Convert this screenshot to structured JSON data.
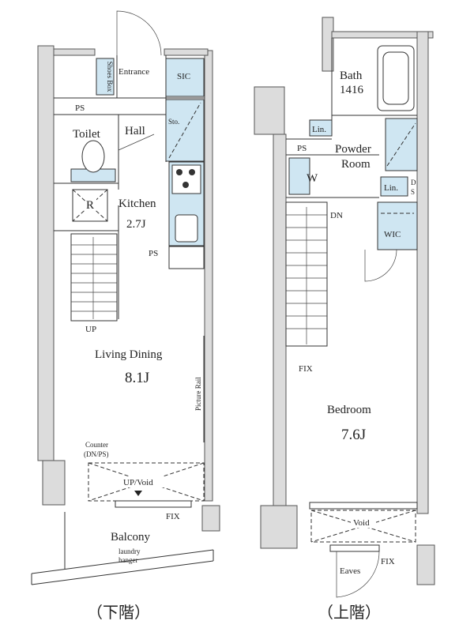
{
  "lower": {
    "shoes_box": "Shoes Box",
    "entrance": "Entrance",
    "sic": "SIC",
    "ps_top": "PS",
    "toilet": "Toilet",
    "hall": "Hall",
    "sto": "Sto.",
    "r": "R",
    "kitchen": "Kitchen",
    "kitchen_size": "2.7J",
    "ps_kitchen": "PS",
    "up": "UP",
    "living_dining": "Living Dining",
    "living_size": "8.1J",
    "picture_rail": "Picture Rail",
    "counter": "Counter",
    "counter_sub": "(DN/PS)",
    "up_void": "UP/Void",
    "fix": "FIX",
    "balcony": "Balcony",
    "laundry": "laundry",
    "hanger": "hanger",
    "caption": "（下階）"
  },
  "upper": {
    "bath": "Bath",
    "bath_size": "1416",
    "lin1": "Lin.",
    "ps": "PS",
    "powder1": "Powder",
    "powder2": "Room",
    "w": "W",
    "lin2": "Lin.",
    "ds": "DS",
    "dn": "DN",
    "wic": "WIC",
    "fix_stair": "FIX",
    "bedroom": "Bedroom",
    "bedroom_size": "7.6J",
    "void": "Void",
    "eaves": "Eaves",
    "fix": "FIX",
    "caption": "（上階）"
  }
}
